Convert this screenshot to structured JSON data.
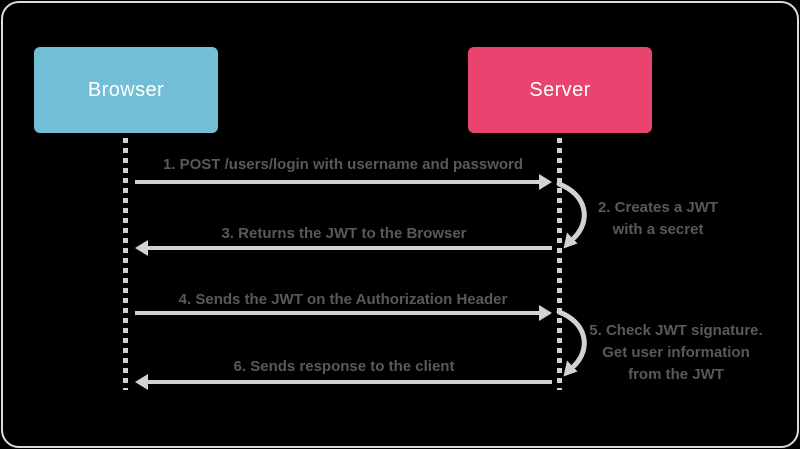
{
  "colors": {
    "background": "#000000",
    "frame": "#dcdcdc",
    "browser-box": "#73bed7",
    "server-box": "#e8446f",
    "actor-text": "#ffffff",
    "line": "#d2d2d4",
    "text": "#58595b"
  },
  "actors": [
    {
      "label": "Browser"
    },
    {
      "label": "Server"
    }
  ],
  "messages": [
    {
      "step": "1",
      "label": "1. POST /users/login with username and password",
      "direction": "right"
    },
    {
      "step": "2",
      "label": "2. Creates a JWT\nwith a secret",
      "direction": "self"
    },
    {
      "step": "3",
      "label": "3. Returns the JWT to the Browser",
      "direction": "left"
    },
    {
      "step": "4",
      "label": "4. Sends the JWT on the Authorization Header",
      "direction": "right"
    },
    {
      "step": "5",
      "label": "5. Check JWT signature.\nGet user information\nfrom the JWT",
      "direction": "self"
    },
    {
      "step": "6",
      "label": "6. Sends response to the client",
      "direction": "left"
    }
  ]
}
